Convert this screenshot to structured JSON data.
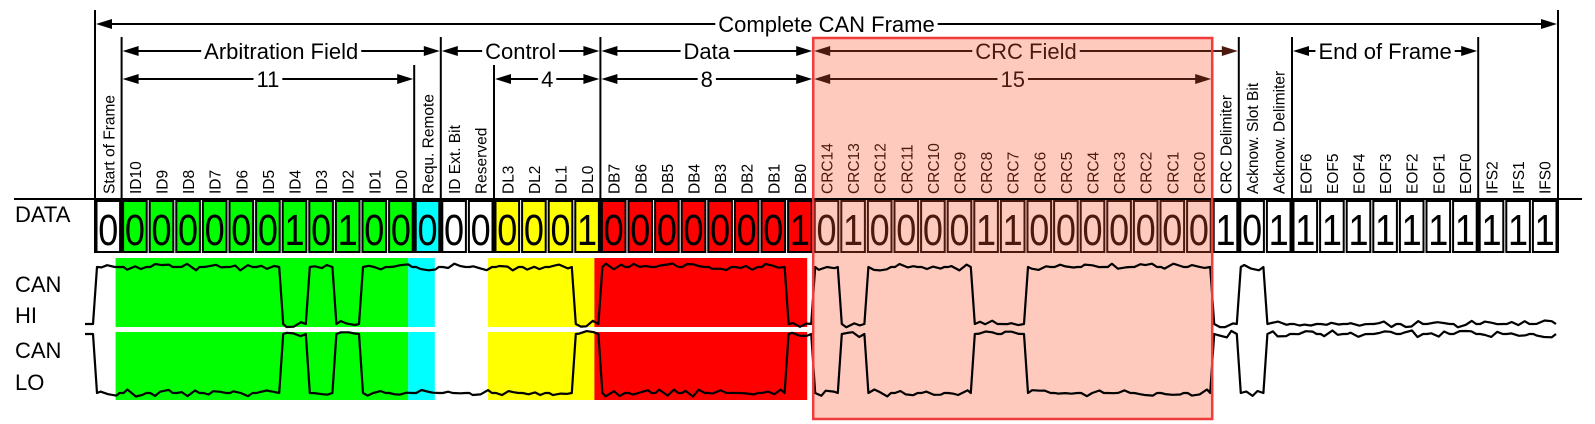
{
  "colors": {
    "white": "#ffffff",
    "green": "#00ff00",
    "cyan": "#00ffff",
    "yellow": "#ffff00",
    "red": "#ff0000",
    "crc": "#ffffff",
    "crc_overlay": "#ff7a5c",
    "crc_border": "#f03c3c"
  },
  "side_labels": {
    "data": "DATA",
    "can_hi_1": "CAN",
    "can_hi_2": "HI",
    "can_lo_1": "CAN",
    "can_lo_2": "LO"
  },
  "groups": [
    {
      "label": "Complete CAN Frame",
      "from": 0,
      "to": 55,
      "row": 0
    },
    {
      "label": "Arbitration Field",
      "from": 1,
      "to": 13,
      "row": 1
    },
    {
      "label": "Control",
      "from": 13,
      "to": 19,
      "row": 1
    },
    {
      "label": "Data",
      "from": 19,
      "to": 27,
      "row": 1
    },
    {
      "label": "CRC Field",
      "from": 27,
      "to": 43,
      "row": 1
    },
    {
      "label": "End of Frame",
      "from": 45,
      "to": 52,
      "row": 1
    },
    {
      "label": "11",
      "from": 1,
      "to": 12,
      "row": 2
    },
    {
      "label": "4",
      "from": 15,
      "to": 19,
      "row": 2
    },
    {
      "label": "8",
      "from": 19,
      "to": 27,
      "row": 2
    },
    {
      "label": "15",
      "from": 27,
      "to": 42,
      "row": 2
    }
  ],
  "bits": [
    {
      "label": "Start of Frame",
      "value": "0",
      "fill": "white"
    },
    {
      "label": "ID10",
      "value": "0",
      "fill": "green"
    },
    {
      "label": "ID9",
      "value": "0",
      "fill": "green"
    },
    {
      "label": "ID8",
      "value": "0",
      "fill": "green"
    },
    {
      "label": "ID7",
      "value": "0",
      "fill": "green"
    },
    {
      "label": "ID6",
      "value": "0",
      "fill": "green"
    },
    {
      "label": "ID5",
      "value": "0",
      "fill": "green"
    },
    {
      "label": "ID4",
      "value": "1",
      "fill": "green"
    },
    {
      "label": "ID3",
      "value": "0",
      "fill": "green"
    },
    {
      "label": "ID2",
      "value": "1",
      "fill": "green"
    },
    {
      "label": "ID1",
      "value": "0",
      "fill": "green"
    },
    {
      "label": "ID0",
      "value": "0",
      "fill": "green"
    },
    {
      "label": "Requ. Remote",
      "value": "0",
      "fill": "cyan"
    },
    {
      "label": "ID Ext. Bit",
      "value": "0",
      "fill": "white"
    },
    {
      "label": "Reserved",
      "value": "0",
      "fill": "white"
    },
    {
      "label": "DL3",
      "value": "0",
      "fill": "yellow"
    },
    {
      "label": "DL2",
      "value": "0",
      "fill": "yellow"
    },
    {
      "label": "DL1",
      "value": "0",
      "fill": "yellow"
    },
    {
      "label": "DL0",
      "value": "1",
      "fill": "yellow"
    },
    {
      "label": "DB7",
      "value": "0",
      "fill": "red"
    },
    {
      "label": "DB6",
      "value": "0",
      "fill": "red"
    },
    {
      "label": "DB5",
      "value": "0",
      "fill": "red"
    },
    {
      "label": "DB4",
      "value": "0",
      "fill": "red"
    },
    {
      "label": "DB3",
      "value": "0",
      "fill": "red"
    },
    {
      "label": "DB2",
      "value": "0",
      "fill": "red"
    },
    {
      "label": "DB1",
      "value": "0",
      "fill": "red"
    },
    {
      "label": "DB0",
      "value": "1",
      "fill": "red"
    },
    {
      "label": "CRC14",
      "value": "0",
      "fill": "crc"
    },
    {
      "label": "CRC13",
      "value": "1",
      "fill": "crc"
    },
    {
      "label": "CRC12",
      "value": "0",
      "fill": "crc"
    },
    {
      "label": "CRC11",
      "value": "0",
      "fill": "crc"
    },
    {
      "label": "CRC10",
      "value": "0",
      "fill": "crc"
    },
    {
      "label": "CRC9",
      "value": "0",
      "fill": "crc"
    },
    {
      "label": "CRC8",
      "value": "1",
      "fill": "crc"
    },
    {
      "label": "CRC7",
      "value": "1",
      "fill": "crc"
    },
    {
      "label": "CRC6",
      "value": "0",
      "fill": "crc"
    },
    {
      "label": "CRC5",
      "value": "0",
      "fill": "crc"
    },
    {
      "label": "CRC4",
      "value": "0",
      "fill": "crc"
    },
    {
      "label": "CRC3",
      "value": "0",
      "fill": "crc"
    },
    {
      "label": "CRC2",
      "value": "0",
      "fill": "crc"
    },
    {
      "label": "CRC1",
      "value": "0",
      "fill": "crc"
    },
    {
      "label": "CRC0",
      "value": "0",
      "fill": "crc"
    },
    {
      "label": "CRC Delimiter",
      "value": "1",
      "fill": "white"
    },
    {
      "label": "Acknow. Slot Bit",
      "value": "0",
      "fill": "white"
    },
    {
      "label": "Acknow. Delimiter",
      "value": "1",
      "fill": "white"
    },
    {
      "label": "EOF6",
      "value": "1",
      "fill": "white"
    },
    {
      "label": "EOF5",
      "value": "1",
      "fill": "white"
    },
    {
      "label": "EOF4",
      "value": "1",
      "fill": "white"
    },
    {
      "label": "EOF3",
      "value": "1",
      "fill": "white"
    },
    {
      "label": "EOF2",
      "value": "1",
      "fill": "white"
    },
    {
      "label": "EOF1",
      "value": "1",
      "fill": "white"
    },
    {
      "label": "EOF0",
      "value": "1",
      "fill": "white"
    },
    {
      "label": "IFS2",
      "value": "1",
      "fill": "white"
    },
    {
      "label": "IFS1",
      "value": "1",
      "fill": "white"
    },
    {
      "label": "IFS0",
      "value": "1",
      "fill": "white"
    }
  ]
}
